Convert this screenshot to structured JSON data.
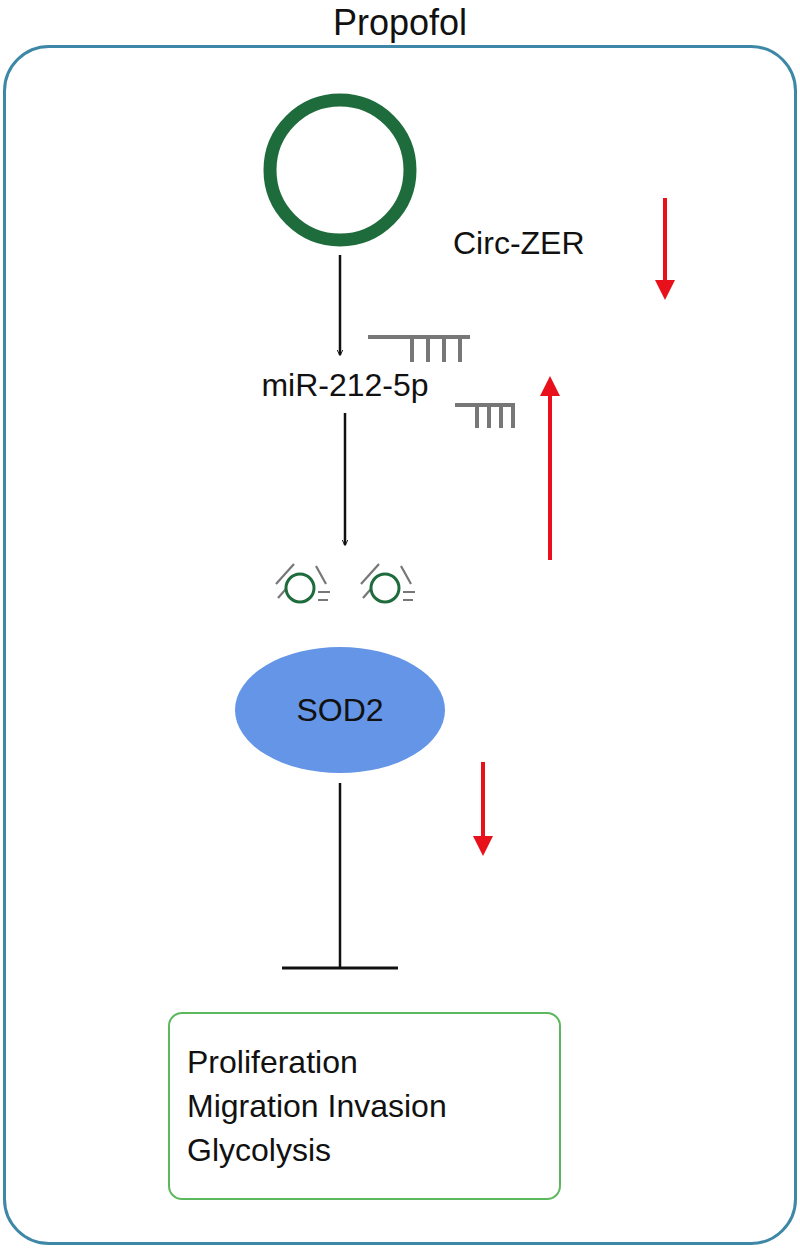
{
  "diagram": {
    "nodes": [
      {
        "text": [
          "Propofol"
        ]
      },
      {
        "text": [
          "Circ-ZER"
        ],
        "in": 0
      },
      {
        "text": [
          "miR-212-5p"
        ],
        "in": 0
      },
      {
        "text": [
          "SOD2"
        ],
        "in": 0
      },
      {
        "text": [
          "Proliferation",
          "Migration Invasion",
          "Glycolysis"
        ],
        "in": 0
      }
    ],
    "edges": [
      {
        "from": 1,
        "to": 2,
        "arrow": "to"
      },
      {
        "from": 2,
        "to": 3,
        "arrow": "to"
      },
      {
        "from": 3,
        "to": 4,
        "arrow": "to"
      }
    ]
  }
}
